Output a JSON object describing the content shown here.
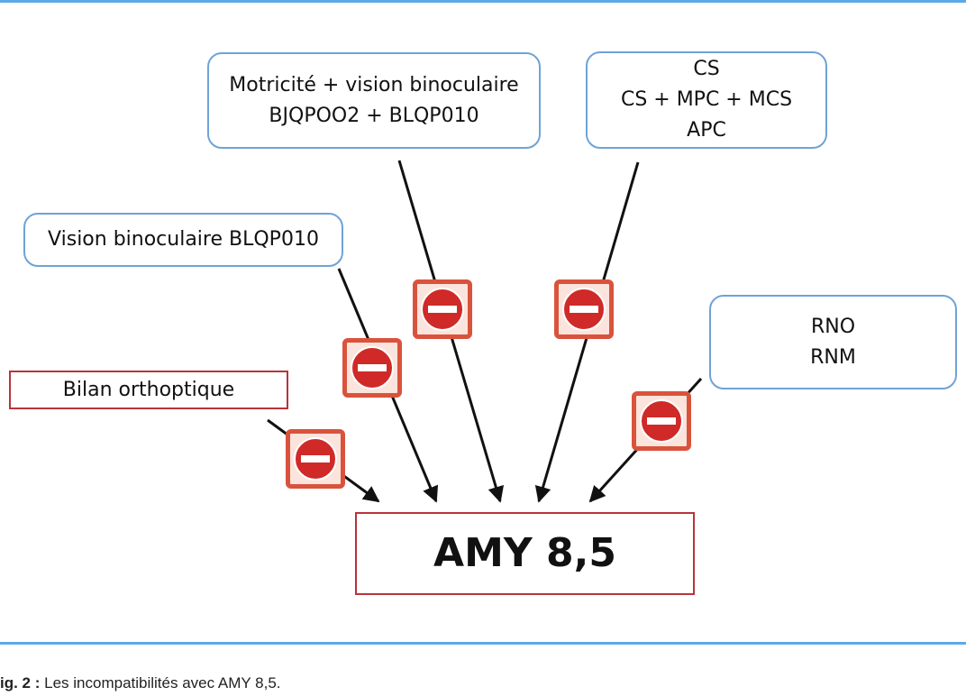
{
  "boxes": {
    "motricite": [
      "Motricité + vision binoculaire",
      "BJQPOO2 + BLQP010"
    ],
    "cs": [
      "CS",
      "CS + MPC + MCS",
      "APC"
    ],
    "vision": [
      "Vision binoculaire BLQP010"
    ],
    "rno": [
      "RNO",
      "RNM"
    ],
    "bilan": [
      "Bilan orthoptique"
    ],
    "amy": "AMY 8,5"
  },
  "caption": {
    "label": "ig. 2 :",
    "text": " Les incompatibilités avec AMY 8,5."
  },
  "icons": {
    "no_entry": "no-entry-icon"
  },
  "colors": {
    "rule": "#5aaae9",
    "blue_border": "#6fa3d6",
    "red_border": "#b8343a",
    "no_entry_frame": "#d9533c",
    "no_entry_disc": "#cf2a28"
  }
}
